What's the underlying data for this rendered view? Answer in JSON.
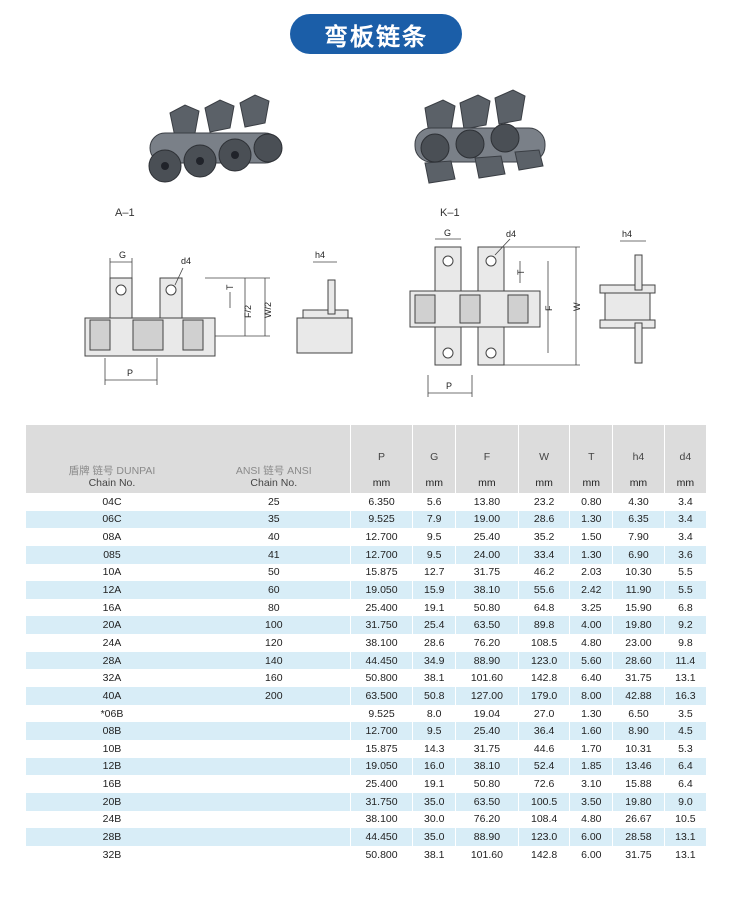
{
  "title": "弯板链条",
  "diagrams": {
    "a1_label": "A–1",
    "k1_label": "K–1",
    "dims": {
      "G": "G",
      "d4": "d4",
      "T": "T",
      "F2": "F/2",
      "W2": "W/2",
      "P": "P",
      "h4": "h4",
      "F": "F",
      "W": "W"
    }
  },
  "table": {
    "headers": [
      {
        "top": "盾牌 链号 DUNPAI",
        "main": "Chain No.",
        "unit": ""
      },
      {
        "top": "ANSI 链号 ANSI",
        "main": "Chain No.",
        "unit": ""
      },
      {
        "top": "",
        "main": "P",
        "unit": "mm"
      },
      {
        "top": "",
        "main": "G",
        "unit": "mm"
      },
      {
        "top": "",
        "main": "F",
        "unit": "mm"
      },
      {
        "top": "",
        "main": "W",
        "unit": "mm"
      },
      {
        "top": "",
        "main": "T",
        "unit": "mm"
      },
      {
        "top": "",
        "main": "h4",
        "unit": "mm"
      },
      {
        "top": "",
        "main": "d4",
        "unit": "mm"
      }
    ],
    "rows": [
      [
        "04C",
        "25",
        "6.350",
        "5.6",
        "13.80",
        "23.2",
        "0.80",
        "4.30",
        "3.4"
      ],
      [
        "06C",
        "35",
        "9.525",
        "7.9",
        "19.00",
        "28.6",
        "1.30",
        "6.35",
        "3.4"
      ],
      [
        "08A",
        "40",
        "12.700",
        "9.5",
        "25.40",
        "35.2",
        "1.50",
        "7.90",
        "3.4"
      ],
      [
        "085",
        "41",
        "12.700",
        "9.5",
        "24.00",
        "33.4",
        "1.30",
        "6.90",
        "3.6"
      ],
      [
        "10A",
        "50",
        "15.875",
        "12.7",
        "31.75",
        "46.2",
        "2.03",
        "10.30",
        "5.5"
      ],
      [
        "12A",
        "60",
        "19.050",
        "15.9",
        "38.10",
        "55.6",
        "2.42",
        "11.90",
        "5.5"
      ],
      [
        "16A",
        "80",
        "25.400",
        "19.1",
        "50.80",
        "64.8",
        "3.25",
        "15.90",
        "6.8"
      ],
      [
        "20A",
        "100",
        "31.750",
        "25.4",
        "63.50",
        "89.8",
        "4.00",
        "19.80",
        "9.2"
      ],
      [
        "24A",
        "120",
        "38.100",
        "28.6",
        "76.20",
        "108.5",
        "4.80",
        "23.00",
        "9.8"
      ],
      [
        "28A",
        "140",
        "44.450",
        "34.9",
        "88.90",
        "123.0",
        "5.60",
        "28.60",
        "11.4"
      ],
      [
        "32A",
        "160",
        "50.800",
        "38.1",
        "101.60",
        "142.8",
        "6.40",
        "31.75",
        "13.1"
      ],
      [
        "40A",
        "200",
        "63.500",
        "50.8",
        "127.00",
        "179.0",
        "8.00",
        "42.88",
        "16.3"
      ],
      [
        "*06B",
        "",
        "9.525",
        "8.0",
        "19.04",
        "27.0",
        "1.30",
        "6.50",
        "3.5"
      ],
      [
        "08B",
        "",
        "12.700",
        "9.5",
        "25.40",
        "36.4",
        "1.60",
        "8.90",
        "4.5"
      ],
      [
        "10B",
        "",
        "15.875",
        "14.3",
        "31.75",
        "44.6",
        "1.70",
        "10.31",
        "5.3"
      ],
      [
        "12B",
        "",
        "19.050",
        "16.0",
        "38.10",
        "52.4",
        "1.85",
        "13.46",
        "6.4"
      ],
      [
        "16B",
        "",
        "25.400",
        "19.1",
        "50.80",
        "72.6",
        "3.10",
        "15.88",
        "6.4"
      ],
      [
        "20B",
        "",
        "31.750",
        "35.0",
        "63.50",
        "100.5",
        "3.50",
        "19.80",
        "9.0"
      ],
      [
        "24B",
        "",
        "38.100",
        "30.0",
        "76.20",
        "108.4",
        "4.80",
        "26.67",
        "10.5"
      ],
      [
        "28B",
        "",
        "44.450",
        "35.0",
        "88.90",
        "123.0",
        "6.00",
        "28.58",
        "13.1"
      ],
      [
        "32B",
        "",
        "50.800",
        "38.1",
        "101.60",
        "142.8",
        "6.00",
        "31.75",
        "13.1"
      ]
    ]
  }
}
